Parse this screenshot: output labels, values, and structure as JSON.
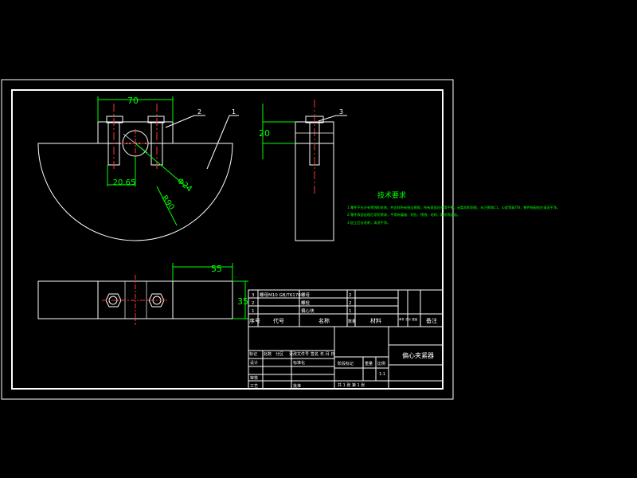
{
  "drawing": {
    "dims": {
      "top_width": "70",
      "left_bore_small": "20.65",
      "bore_dia": "Φ24",
      "outer_radius": "R90",
      "side_height": "20",
      "plan_offset": "55",
      "plan_height": "35"
    },
    "balloons": {
      "b1": "1",
      "b2": "2",
      "b3": "3"
    }
  },
  "tech_requirements": {
    "title": "技术要求",
    "items": [
      "1.零件不允许有锈蚀和毛刺，并去除所有锐边倒角，所有表面应光滑平整，无裂纹和划痕，未注倒角C1，公差等级IT8，零件装配前应清洗干净。",
      "2.零件表面处理后涂防锈漆，不得有磕碰、划伤、锈蚀、毛刺、裂纹等缺陷。",
      "3.加工后去毛刺，清洗干净。"
    ]
  },
  "bom": {
    "rows": [
      {
        "no": "3",
        "code": "螺母M10 GB/T6170",
        "name": "螺母",
        "qty": "2",
        "material": "",
        "weight": "",
        "note": ""
      },
      {
        "no": "2",
        "code": "",
        "name": "螺栓",
        "qty": "2",
        "material": "",
        "weight": "",
        "note": ""
      },
      {
        "no": "1",
        "code": "",
        "name": "偏心块",
        "qty": "1",
        "material": "",
        "weight": "",
        "note": ""
      }
    ],
    "header": {
      "no": "序号",
      "code": "代号",
      "name": "名称",
      "qty": "数量",
      "material": "材料",
      "weight": "单件 总计 重量",
      "note": "备注"
    }
  },
  "title_block": {
    "part_name": "偏心夹紧器",
    "labels": [
      "标记",
      "处数",
      "分区",
      "更改文件号",
      "签名",
      "年.月.日"
    ],
    "design": "设计",
    "check": "审核",
    "process": "工艺",
    "standardize": "标准化",
    "approve": "批准",
    "stage": "阶段标记",
    "weight": "重量",
    "scale": "比例",
    "scale_value": "1:1",
    "sheets": "共 1 张   第 1 张"
  }
}
